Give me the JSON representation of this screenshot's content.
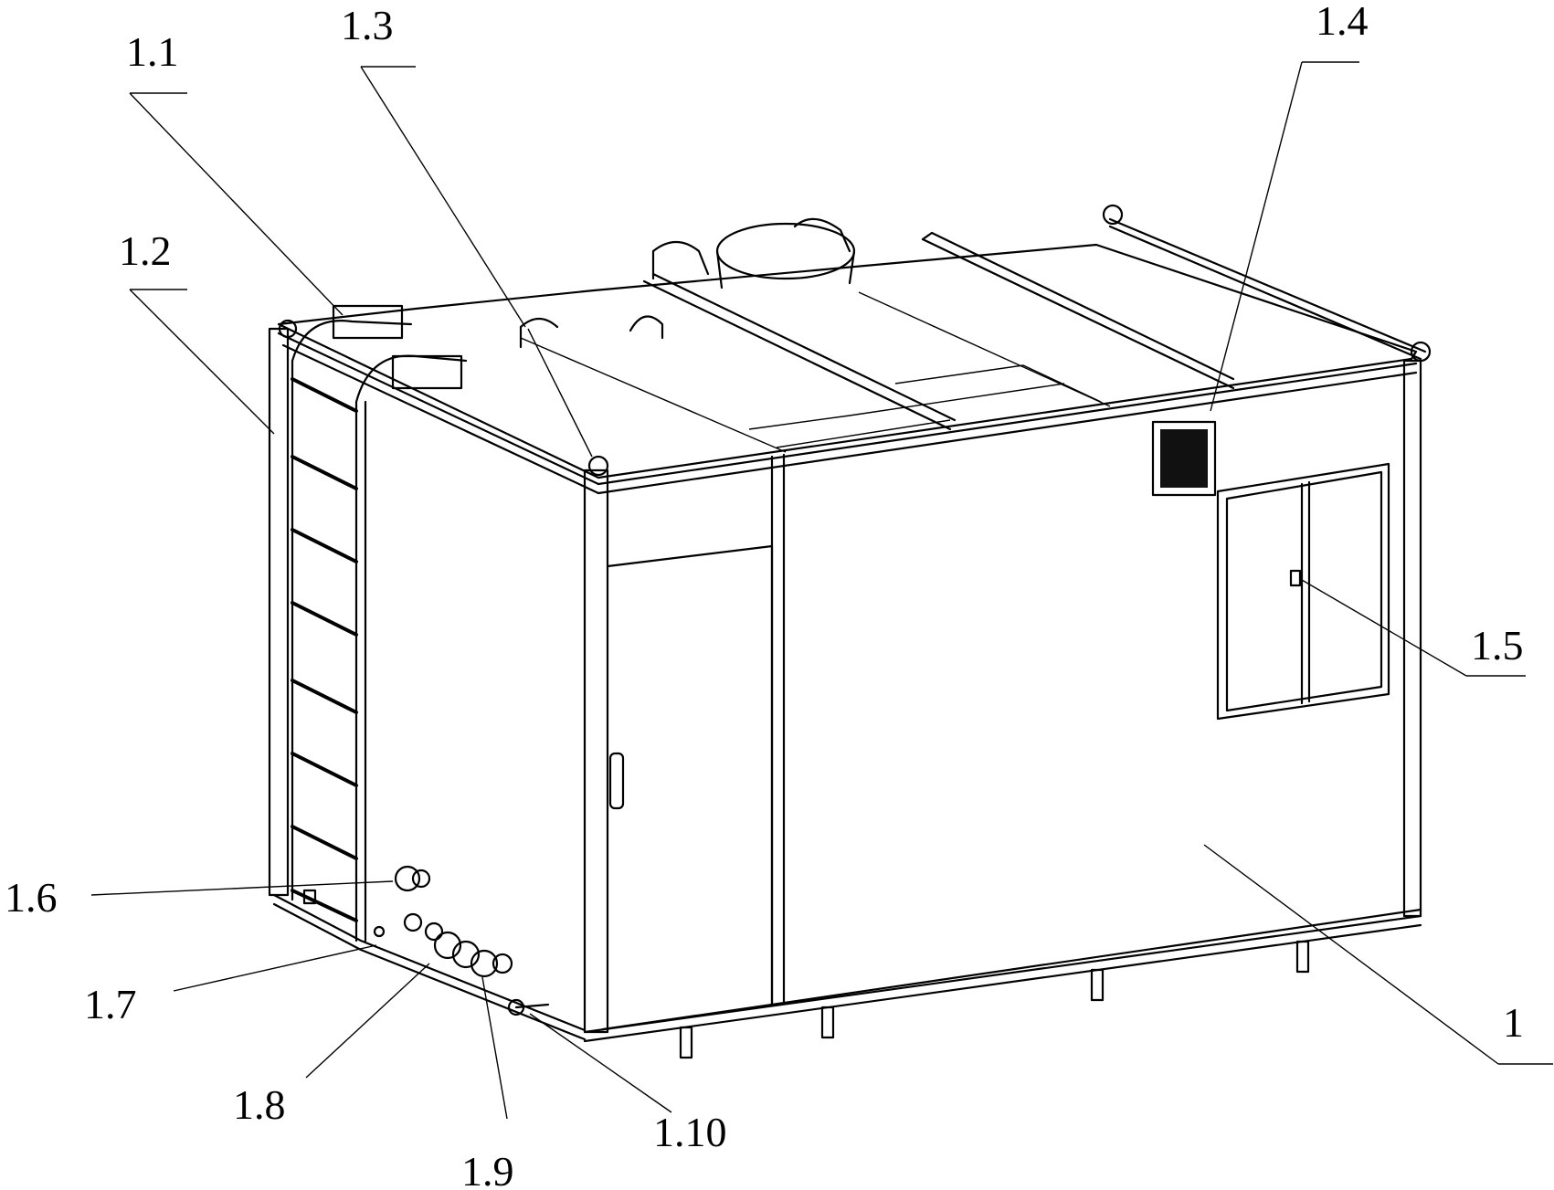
{
  "figure": {
    "labels": {
      "l1_1": "1.1",
      "l1_2": "1.2",
      "l1_3": "1.3",
      "l1_4": "1.4",
      "l1_5": "1.5",
      "l1_6": "1.6",
      "l1_7": "1.7",
      "l1_8": "1.8",
      "l1_9": "1.9",
      "l1_10": "1.10",
      "l1": "1"
    }
  }
}
